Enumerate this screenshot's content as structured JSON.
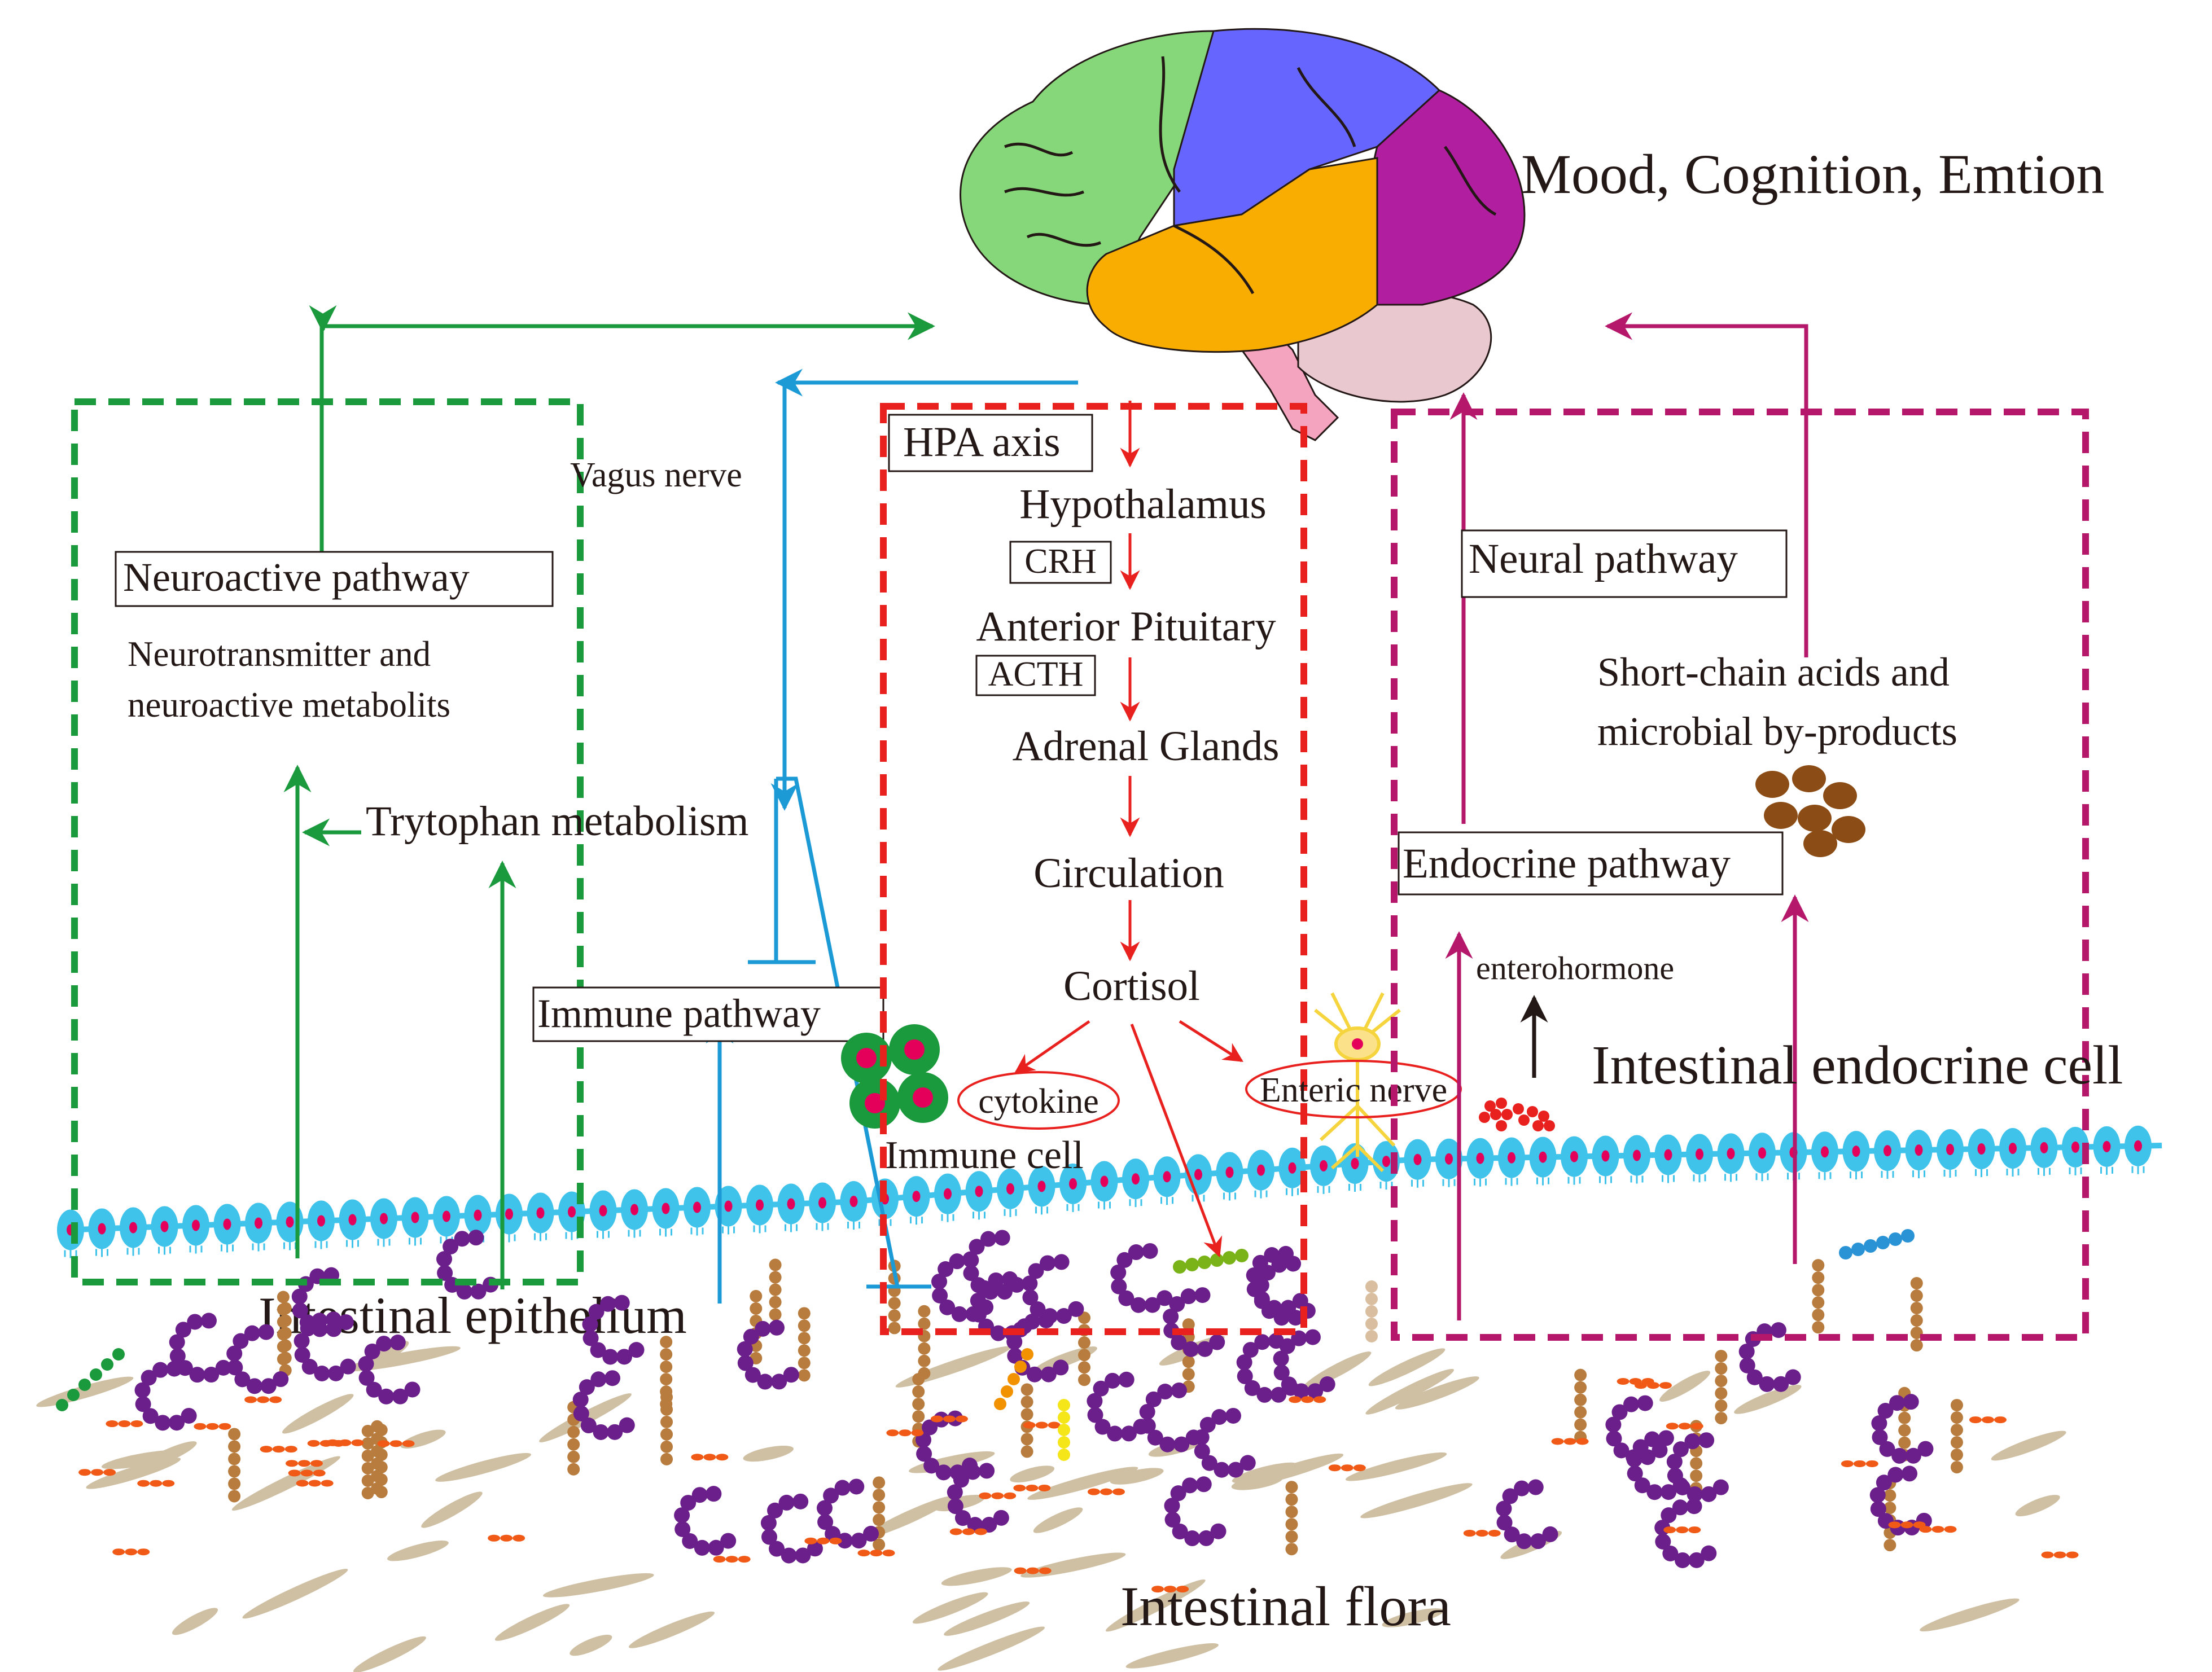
{
  "brain": {
    "label": "Mood, Cognition, Emtion"
  },
  "neuroactive": {
    "box_label": "Neuroactive pathway",
    "text_line1": "Neurotransmitter and",
    "text_line2": "neuroactive metabolits",
    "tryptophan": "Trytophan metabolism"
  },
  "vagus": {
    "label": "Vagus nerve"
  },
  "immune": {
    "box_label": "Immune pathway",
    "cell_label": "Immune cell",
    "cytokine": "cytokine"
  },
  "hpa": {
    "box_label": "HPA axis",
    "steps": [
      "Hypothalamus",
      "Anterior Pituitary",
      "Adrenal Glands",
      "Circulation",
      "Cortisol"
    ],
    "crh": "CRH",
    "acth": "ACTH",
    "enteric_nerve": "Enteric nerve"
  },
  "neural": {
    "box_label": "Neural pathway"
  },
  "scfa": {
    "line1": "Short-chain acids and",
    "line2": "microbial by-products"
  },
  "endocrine": {
    "box_label": "Endocrine pathway",
    "enterohormone": "enterohormone",
    "cell_label": "Intestinal endocrine cell"
  },
  "epithelium": {
    "label": "Intestinal epithelium"
  },
  "flora": {
    "label": "Intestinal flora"
  },
  "colors": {
    "green_pathway": "#1a9a3c",
    "blue_pathway": "#1c9ad6",
    "red_pathway": "#e8211f",
    "magenta_pathway": "#b5176a",
    "epithelium_cell": "#3fc3ea",
    "nucleus": "#e4005a",
    "brain_frontal": "#86d67a",
    "brain_parietal": "#6666ff",
    "brain_temporal": "#f9ad00",
    "brain_occipital": "#b11fa0",
    "brain_cerebellum": "#e9c8d0",
    "brain_stem": "#f5a4c0"
  }
}
